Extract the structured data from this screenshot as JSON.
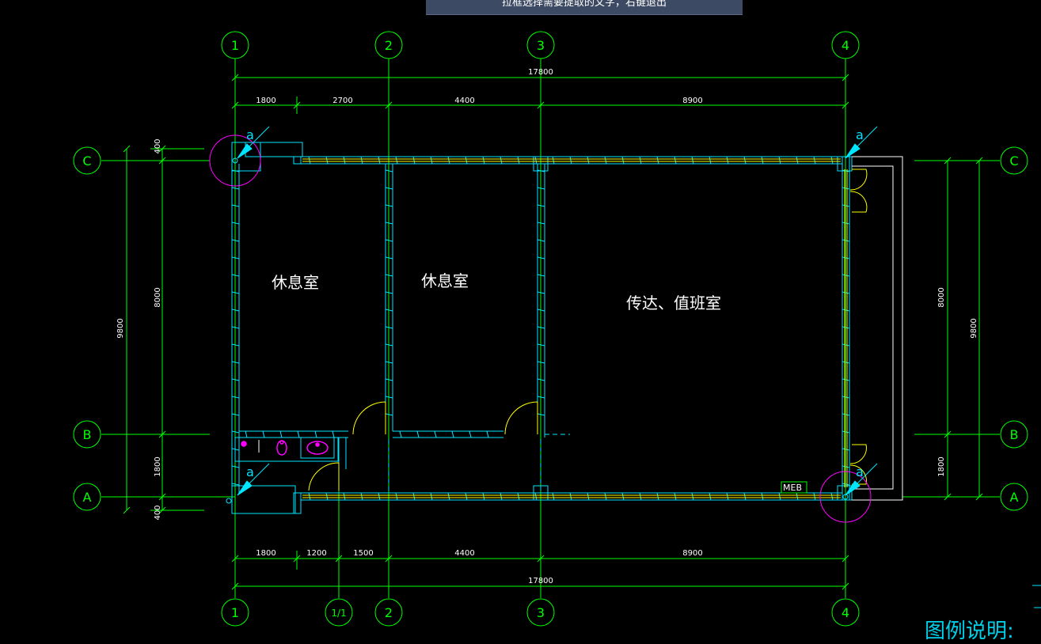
{
  "tooltip": "拉框选择需要提取的文字，右键退出",
  "axes": {
    "top": [
      "1",
      "2",
      "3",
      "4"
    ],
    "bottom": [
      "1",
      "1/1",
      "2",
      "3",
      "4"
    ],
    "left": [
      "C",
      "B",
      "A"
    ],
    "right": [
      "C",
      "B",
      "A"
    ]
  },
  "dims": {
    "top_total": "17800",
    "top_segments": [
      "1800",
      "2700",
      "4400",
      "8900"
    ],
    "bottom_segments": [
      "1800",
      "1200",
      "1500",
      "4400",
      "8900"
    ],
    "bottom_total": "17800",
    "left_outer": "9800",
    "left_inner": [
      "400",
      "8000",
      "1800",
      "400"
    ],
    "right_inner": [
      "8000",
      "1800"
    ],
    "right_outer": "9800"
  },
  "rooms": {
    "rest_room_1": "休息室",
    "rest_room_2": "休息室",
    "duty_room": "传达、值班室"
  },
  "markers": {
    "a_label": "a",
    "meb": "MEB"
  },
  "legend_title": "图例说明:",
  "colors": {
    "grid": "#00ff00",
    "wall": "#00e5ff",
    "highlight": "#ffff00",
    "fixture": "#ff00ff",
    "background": "#000000"
  }
}
